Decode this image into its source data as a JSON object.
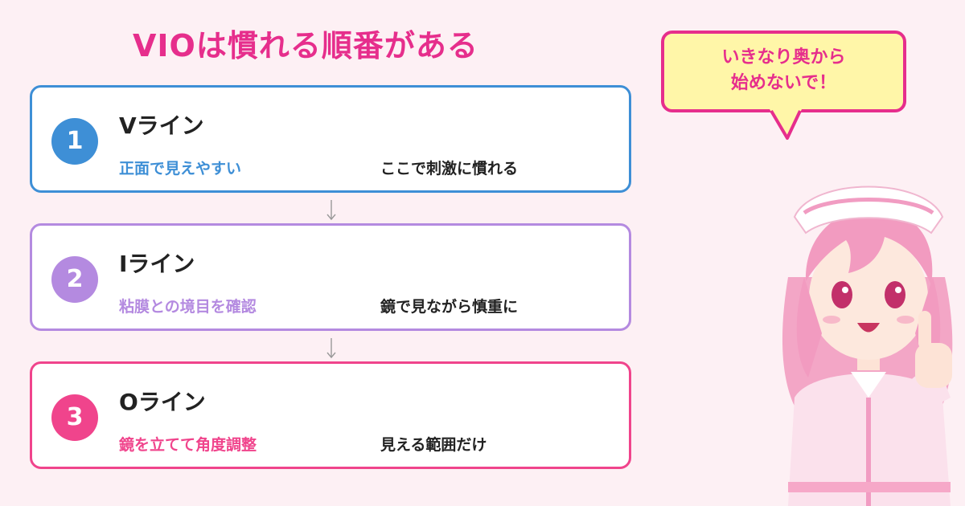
{
  "title": "VIOは慣れる順番がある",
  "colors": {
    "accent": "#e62e8c",
    "step1": "#3e8fd6",
    "step2": "#b48ae0",
    "step3": "#f0448c",
    "bubble_bg": "#fff6a8"
  },
  "steps": [
    {
      "number": "1",
      "title": "Vライン",
      "subtitle": "正面で見えやすい",
      "note": "ここで刺激に慣れる"
    },
    {
      "number": "2",
      "title": "Iライン",
      "subtitle": "粘膜との境目を確認",
      "note": "鏡で見ながら慎重に"
    },
    {
      "number": "3",
      "title": "Oライン",
      "subtitle": "鏡を立てて角度調整",
      "note": "見える範囲だけ"
    }
  ],
  "bubble": {
    "line1": "いきなり奥から",
    "line2": "始めないで！"
  },
  "character": {
    "icon": "nurse-thumbs-up-illustration"
  }
}
